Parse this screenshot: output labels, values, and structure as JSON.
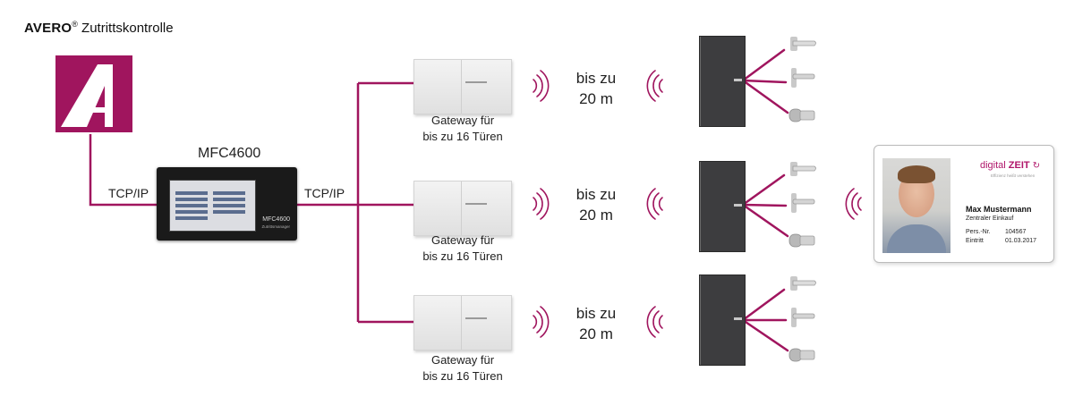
{
  "title": {
    "brand": "AVERO",
    "reg": "®",
    "product": " Zutrittskontrolle"
  },
  "controller": {
    "label": "MFC4600",
    "screen_brand": "MFC4600",
    "screen_sub": "Zutrittsmanager"
  },
  "links": {
    "left": "TCP/IP",
    "right": "TCP/IP"
  },
  "gateways": [
    {
      "line1": "Gateway für",
      "line2": "bis zu 16 Türen"
    },
    {
      "line1": "Gateway für",
      "line2": "bis zu 16 Türen"
    },
    {
      "line1": "Gateway für",
      "line2": "bis zu 16 Türen"
    }
  ],
  "ranges": [
    {
      "line1": "bis zu",
      "line2": "20 m"
    },
    {
      "line1": "bis zu",
      "line2": "20 m"
    },
    {
      "line1": "bis zu",
      "line2": "20 m"
    }
  ],
  "card": {
    "brand_a": "digital ",
    "brand_b": "ZEIT",
    "slogan": "Effizienz heißt verstehen",
    "name": "Max Mustermann",
    "department": "Zentraler Einkauf",
    "persnr_label": "Pers.-Nr.",
    "persnr_value": "104567",
    "entry_label": "Eintritt",
    "entry_value": "01.03.2017"
  },
  "colors": {
    "accent": "#a0155e",
    "wave": "#a0155e",
    "door": "#3d3d3f"
  },
  "icons": [
    "avero-logo",
    "door-handle-icon",
    "lever-handle-icon",
    "cylinder-lock-icon",
    "radio-wave-icon",
    "portrait-photo"
  ]
}
